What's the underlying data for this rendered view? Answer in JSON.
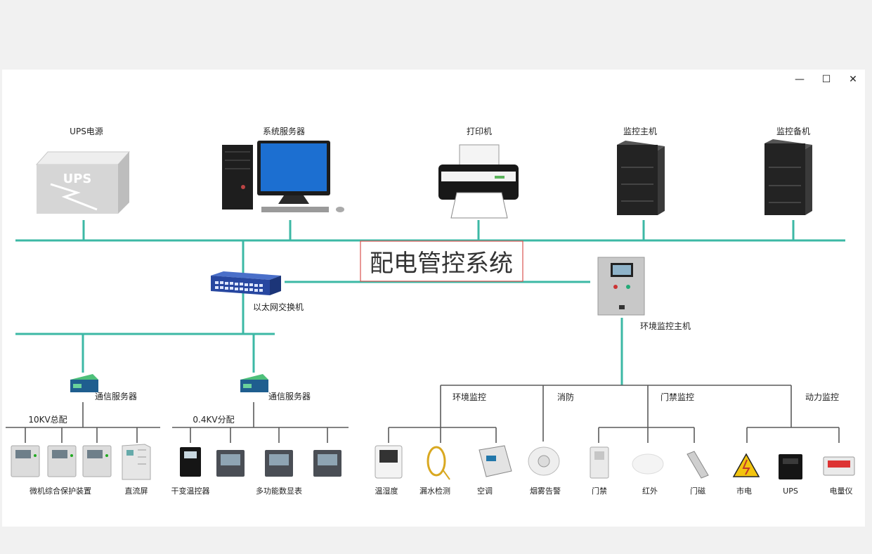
{
  "window": {
    "minimize_glyph": "—",
    "maximize_glyph": "☐",
    "close_glyph": "✕"
  },
  "title": "配电管控系统",
  "top_devices": [
    {
      "id": "ups",
      "label": "UPS电源",
      "icon": "ups-icon",
      "badge": "UPS"
    },
    {
      "id": "server",
      "label": "系统服务器",
      "icon": "desktop-computer-icon"
    },
    {
      "id": "printer",
      "label": "打印机",
      "icon": "printer-icon"
    },
    {
      "id": "monitor_main",
      "label": "监控主机",
      "icon": "server-rack-icon"
    },
    {
      "id": "monitor_backup",
      "label": "监控备机",
      "icon": "server-rack-icon"
    }
  ],
  "switch": {
    "label": "以太网交换机",
    "icon": "network-switch-icon"
  },
  "env_host": {
    "label": "环境监控主机",
    "icon": "control-cabinet-icon"
  },
  "comm_servers": [
    {
      "label": "通信服务器",
      "bus_label": "10KV总配"
    },
    {
      "label": "通信服务器",
      "bus_label": "0.4KV分配"
    }
  ],
  "bottom_left": {
    "protection_label": "微机综合保护装置",
    "dc_label": "直流屏",
    "transformer_label": "干变温控器",
    "meter_label": "多功能数显表"
  },
  "env_categories": [
    "环境监控",
    "消防",
    "门禁监控",
    "动力监控"
  ],
  "env_devices": [
    {
      "label": "温湿度",
      "icon": "thermo-hygrometer-icon"
    },
    {
      "label": "漏水检测",
      "icon": "leak-detector-icon"
    },
    {
      "label": "空调",
      "icon": "ac-controller-icon"
    },
    {
      "label": "烟雾告警",
      "icon": "smoke-detector-icon"
    },
    {
      "label": "门禁",
      "icon": "access-control-icon"
    },
    {
      "label": "红外",
      "icon": "infrared-sensor-icon"
    },
    {
      "label": "门磁",
      "icon": "door-magnet-icon"
    },
    {
      "label": "市电",
      "icon": "mains-power-icon"
    },
    {
      "label": "UPS",
      "icon": "ups-unit-icon"
    },
    {
      "label": "电量仪",
      "icon": "power-meter-icon"
    }
  ],
  "colors": {
    "bus": "#3cb8a5",
    "wire": "#5a5a5a",
    "title_border": "#d9534f"
  }
}
